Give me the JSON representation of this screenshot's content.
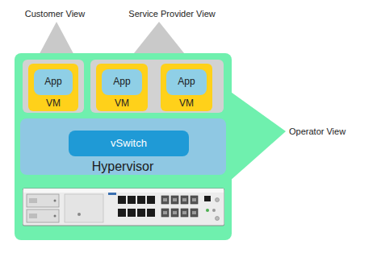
{
  "diagram": {
    "nodes": [
      {
        "text": [
          "Operator View"
        ]
      },
      {
        "text": [
          "Customer View"
        ],
        "in": 0
      },
      {
        "text": [
          "VM"
        ],
        "in": 1
      },
      {
        "text": [
          "App"
        ],
        "in": 2
      },
      {
        "text": [
          "Service Provider View"
        ],
        "in": 0
      },
      {
        "text": [
          "VM"
        ],
        "in": 4
      },
      {
        "text": [
          "App"
        ],
        "in": 5
      },
      {
        "text": [
          "VM"
        ],
        "in": 4
      },
      {
        "text": [
          "App"
        ],
        "in": 7
      },
      {
        "text": [
          "Hypervisor"
        ],
        "in": 0
      },
      {
        "text": [
          "vSwitch"
        ],
        "in": 9
      }
    ]
  }
}
